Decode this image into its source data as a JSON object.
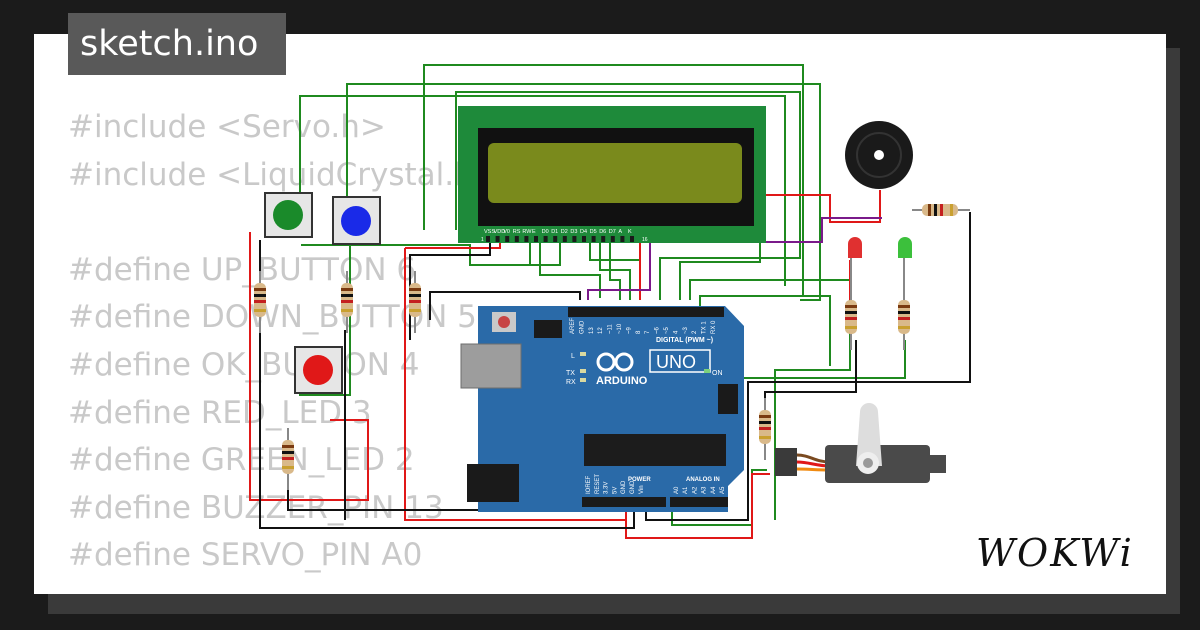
{
  "title": "sketch.ino",
  "code_lines": [
    "#include <Servo.h>",
    "#include <LiquidCrystal.h>",
    "",
    "#define UP_BUTTON 6",
    "#define DOWN_BUTTON 5",
    "#define OK_BUTTON 4",
    "#define RED_LED 3",
    "#define GREEN_LED 2",
    "#define BUZZER_PIN 13",
    "#define SERVO_PIN A0"
  ],
  "logo_text": "WOKWi",
  "board": {
    "name": "UNO",
    "brand": "ARDUINO",
    "digital_label": "DIGITAL (PWM ~)",
    "analog_label": "ANALOG IN",
    "power_label": "POWER",
    "on_label": "ON",
    "l_label": "L",
    "tx_label": "TX",
    "rx_label": "RX",
    "digital_pins": [
      "AREF",
      "GND",
      "13",
      "12",
      "~11",
      "~10",
      "~9",
      "8",
      "7",
      "~6",
      "~5",
      "4",
      "~3",
      "2",
      "TX 1",
      "RX 0"
    ],
    "power_pins": [
      "IOREF",
      "RESET",
      "3.3V",
      "5V",
      "GND",
      "GND",
      "Vin"
    ],
    "analog_pins": [
      "A0",
      "A1",
      "A2",
      "A3",
      "A4",
      "A5"
    ]
  },
  "lcd": {
    "pins": [
      "VSS",
      "VDD",
      "V0",
      "RS",
      "RW",
      "E",
      "D0",
      "D1",
      "D2",
      "D3",
      "D4",
      "D5",
      "D6",
      "D7",
      "A",
      "K"
    ],
    "pin_first": "1",
    "pin_last": "16"
  },
  "colors": {
    "background": "#1b1b1b",
    "card": "#ffffff",
    "code_text": "#c9c9c9",
    "badge": "#595959",
    "board": "#2a6aa8",
    "lcd_pcb": "#1e8a3a",
    "lcd_screen": "#7a8a1c",
    "wire_green": "#1f8a1f",
    "wire_red": "#e01818",
    "wire_black": "#111111",
    "wire_purple": "#7a1a8a"
  }
}
